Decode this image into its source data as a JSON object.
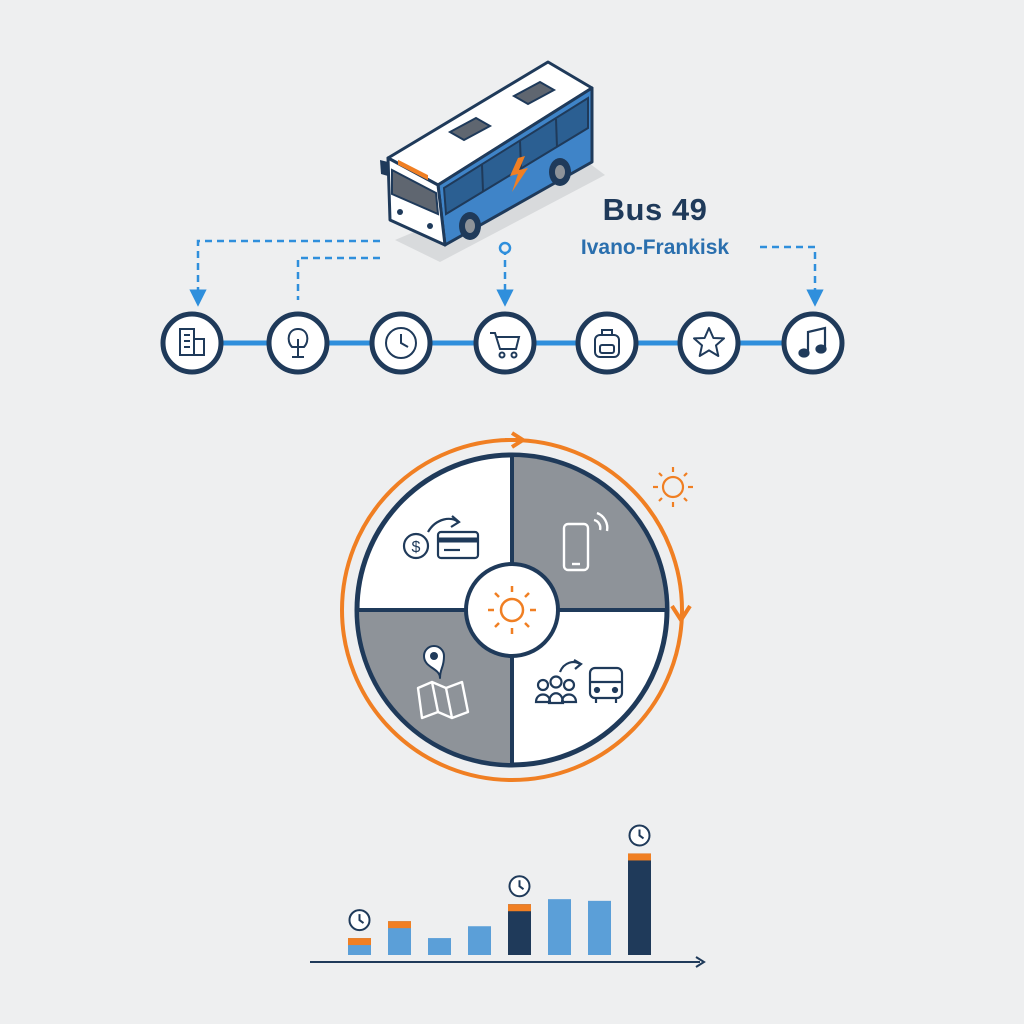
{
  "route": {
    "number": "Bus 49",
    "city": "Ivano-Frankisk"
  },
  "colors": {
    "navy": "#1f3a5a",
    "accent_blue": "#2f8fdc",
    "bus_blue": "#3f84c8",
    "orange": "#f07f23",
    "gray": "#8e9399",
    "light_blue": "#5b9fd8"
  },
  "stops": [
    {
      "icon": "building-icon"
    },
    {
      "icon": "tree-icon"
    },
    {
      "icon": "clock-icon"
    },
    {
      "icon": "shopping-cart-icon"
    },
    {
      "icon": "backpack-icon"
    },
    {
      "icon": "star-icon"
    },
    {
      "icon": "music-note-icon"
    }
  ],
  "cycle": {
    "segments": [
      {
        "icon": "payment-card-icon"
      },
      {
        "icon": "smartphone-icon"
      },
      {
        "icon": "people-to-bus-icon"
      },
      {
        "icon": "map-pin-icon"
      }
    ],
    "center_icon": "sun-icon"
  },
  "chart_data": {
    "type": "bar",
    "bars": [
      {
        "value": 1.0,
        "base_color": "#5b9fd8",
        "top_color": "#f07f23",
        "clock": true
      },
      {
        "value": 2.0,
        "base_color": "#5b9fd8",
        "top_color": "#f07f23",
        "clock": false
      },
      {
        "value": 1.0,
        "base_color": "#5b9fd8",
        "top_color": null,
        "clock": false
      },
      {
        "value": 1.7,
        "base_color": "#5b9fd8",
        "top_color": null,
        "clock": false
      },
      {
        "value": 3.0,
        "base_color": "#1f3a5a",
        "top_color": "#f07f23",
        "clock": true
      },
      {
        "value": 3.3,
        "base_color": "#5b9fd8",
        "top_color": null,
        "clock": false
      },
      {
        "value": 3.2,
        "base_color": "#5b9fd8",
        "top_color": null,
        "clock": false
      },
      {
        "value": 6.0,
        "base_color": "#1f3a5a",
        "top_color": "#f07f23",
        "clock": true
      }
    ],
    "ylim": [
      0,
      6.5
    ]
  }
}
